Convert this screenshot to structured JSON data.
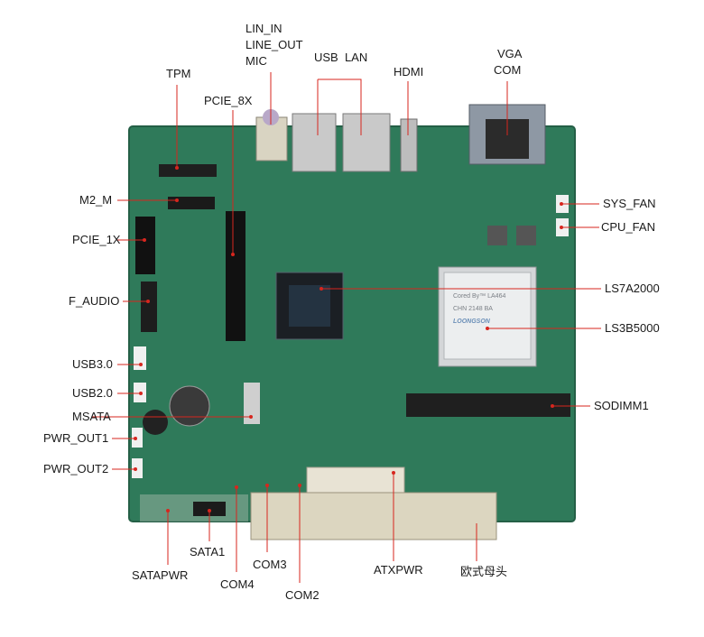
{
  "labels": {
    "lin_in": "LIN_IN",
    "line_out": "LINE_OUT",
    "mic": "MIC",
    "usb_lan": "USB  LAN",
    "hdmi": "HDMI",
    "vga": "VGA",
    "com": "COM",
    "tpm": "TPM",
    "pcie_8x": "PCIE_8X",
    "m2_m": "M2_M",
    "pcie_1x": "PCIE_1X",
    "f_audio": "F_AUDIO",
    "usb30": "USB3.0",
    "usb20": "USB2.0",
    "msata": "MSATA",
    "pwr_out1": "PWR_OUT1",
    "pwr_out2": "PWR_OUT2",
    "sata1": "SATA1",
    "satapwr": "SATAPWR",
    "com4": "COM4",
    "com3": "COM3",
    "com2": "COM2",
    "atxpwr": "ATXPWR",
    "euro_header": "欧式母头",
    "sys_fan": "SYS_FAN",
    "cpu_fan": "CPU_FAN",
    "ls7a2000": "LS7A2000",
    "ls3b5000": "LS3B5000",
    "sodimm1": "SODIMM1"
  },
  "chip_marking": {
    "line1": "Cored By™ LA464",
    "line2": "CHN 2148 BA",
    "brand": "LOONGSON"
  },
  "colors": {
    "pcb": "#2f7a5a",
    "leader": "#d7261e",
    "label": "#1a1a1a"
  }
}
